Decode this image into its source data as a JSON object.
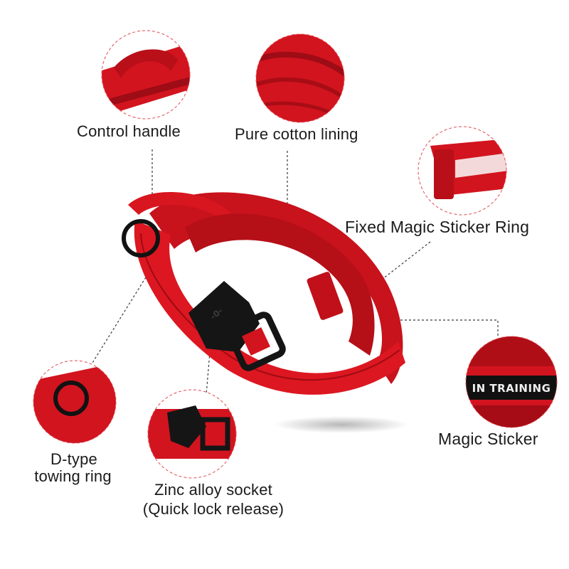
{
  "product": "red tactical dog collar",
  "colors": {
    "collar_red": "#d2141f",
    "collar_dark": "#9e0c15",
    "hardware": "#141414",
    "circle_outline": "#e24c52",
    "leader_line": "#333333"
  },
  "callouts": {
    "control_handle": "Control handle",
    "cotton_lining": "Pure cotton lining",
    "fixed_ring": "Fixed Magic Sticker Ring",
    "magic_sticker": "Magic Sticker",
    "d_ring_line1": "D-type",
    "d_ring_line2": "towing ring",
    "socket_line1": "Zinc alloy socket",
    "socket_line2": "(Quick lock release)"
  },
  "patch_text": "IN TRAINING"
}
